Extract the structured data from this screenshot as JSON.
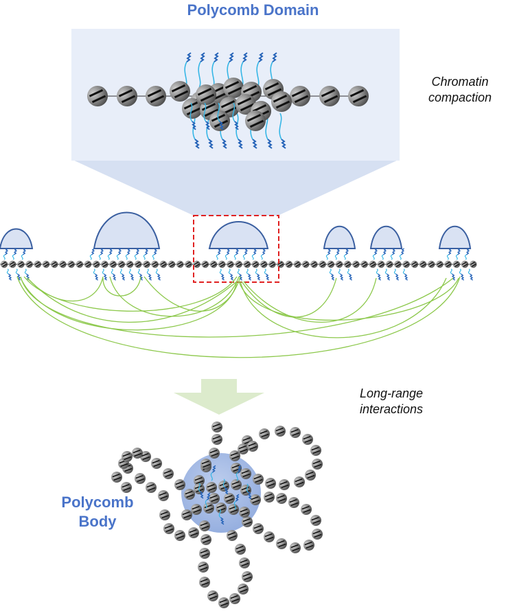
{
  "labels": {
    "top_title": "Polycomb Domain",
    "compaction_1": "Chromatin",
    "compaction_2": "compaction",
    "long_range_1": "Long-range",
    "long_range_2": "interactions",
    "body_1": "Polycomb",
    "body_2": "Body"
  },
  "colors": {
    "accent_blue": "#4a74c9",
    "panel_fill": "#e8eef9",
    "peak_fill": "#d9e2f3",
    "peak_stroke": "#3a5fa0",
    "highlight_box": "#e02020",
    "interaction_arcs": "#8cc84b",
    "arrow_fill": "#dcebcc",
    "body_fill": "#8aa6dc",
    "mark_blue": "#2f8fd6",
    "nucleosome": "#7a7a7a"
  }
}
